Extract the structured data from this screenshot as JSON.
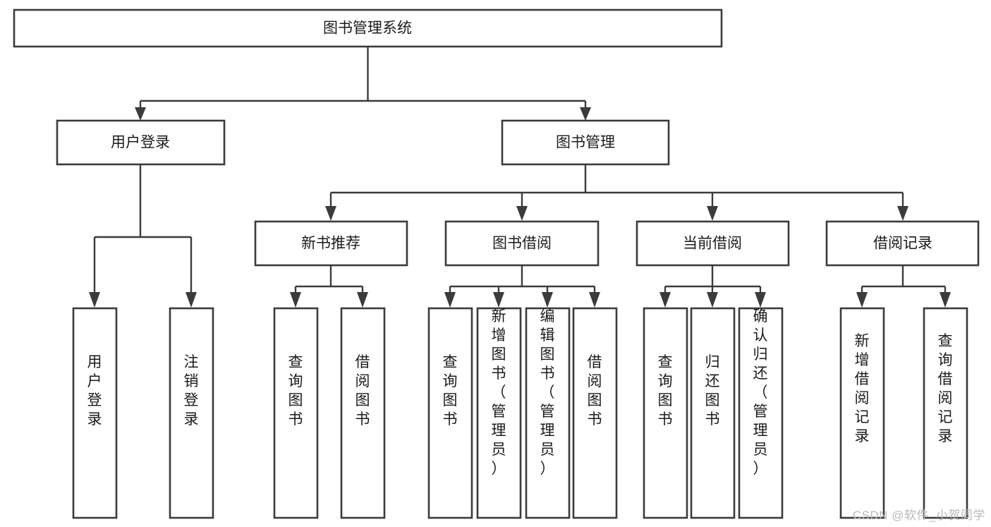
{
  "diagram": {
    "type": "tree",
    "title": "图书管理系统",
    "watermark": "CSDN @软件_小贺同学",
    "root": {
      "id": "root",
      "label": "图书管理系统",
      "orientation": "horizontal"
    },
    "level2": [
      {
        "id": "user-login",
        "label": "用户登录",
        "orientation": "horizontal"
      },
      {
        "id": "book-manage",
        "label": "图书管理",
        "orientation": "horizontal"
      }
    ],
    "level3": [
      {
        "id": "new-book-recommend",
        "label": "新书推荐",
        "orientation": "horizontal",
        "parent": "book-manage"
      },
      {
        "id": "book-borrow",
        "label": "图书借阅",
        "orientation": "horizontal",
        "parent": "book-manage"
      },
      {
        "id": "current-borrow",
        "label": "当前借阅",
        "orientation": "horizontal",
        "parent": "book-manage"
      },
      {
        "id": "borrow-record",
        "label": "借阅记录",
        "orientation": "horizontal",
        "parent": "book-manage"
      }
    ],
    "leaves": [
      {
        "id": "leaf-user-login",
        "label": "用户登录",
        "orientation": "vertical",
        "parent": "user-login"
      },
      {
        "id": "leaf-logout-login",
        "label": "注销登录",
        "orientation": "vertical",
        "parent": "user-login"
      },
      {
        "id": "leaf-query-book-1",
        "label": "查询图书",
        "orientation": "vertical",
        "parent": "new-book-recommend"
      },
      {
        "id": "leaf-borrow-book-1",
        "label": "借阅图书",
        "orientation": "vertical",
        "parent": "new-book-recommend"
      },
      {
        "id": "leaf-query-book-2",
        "label": "查询图书",
        "orientation": "vertical",
        "parent": "book-borrow"
      },
      {
        "id": "leaf-add-book",
        "label": "新增图书（管理员）",
        "orientation": "vertical",
        "parent": "book-borrow"
      },
      {
        "id": "leaf-edit-book",
        "label": "编辑图书（管理员）",
        "orientation": "vertical",
        "parent": "book-borrow"
      },
      {
        "id": "leaf-borrow-book-2",
        "label": "借阅图书",
        "orientation": "vertical",
        "parent": "book-borrow"
      },
      {
        "id": "leaf-query-book-3",
        "label": "查询图书",
        "orientation": "vertical",
        "parent": "current-borrow"
      },
      {
        "id": "leaf-return-book",
        "label": "归还图书",
        "orientation": "vertical",
        "parent": "current-borrow"
      },
      {
        "id": "leaf-confirm-return",
        "label": "确认归还（管理员）",
        "orientation": "vertical",
        "parent": "current-borrow"
      },
      {
        "id": "leaf-add-borrow-record",
        "label": "新增借阅记录",
        "orientation": "vertical",
        "parent": "borrow-record"
      },
      {
        "id": "leaf-query-borrow-record",
        "label": "查询借阅记录",
        "orientation": "vertical",
        "parent": "borrow-record"
      }
    ],
    "colors": {
      "stroke": "#3b3b3b",
      "fill": "#ffffff",
      "text": "#1b1b1b",
      "watermark": "#b9b9b9"
    }
  }
}
